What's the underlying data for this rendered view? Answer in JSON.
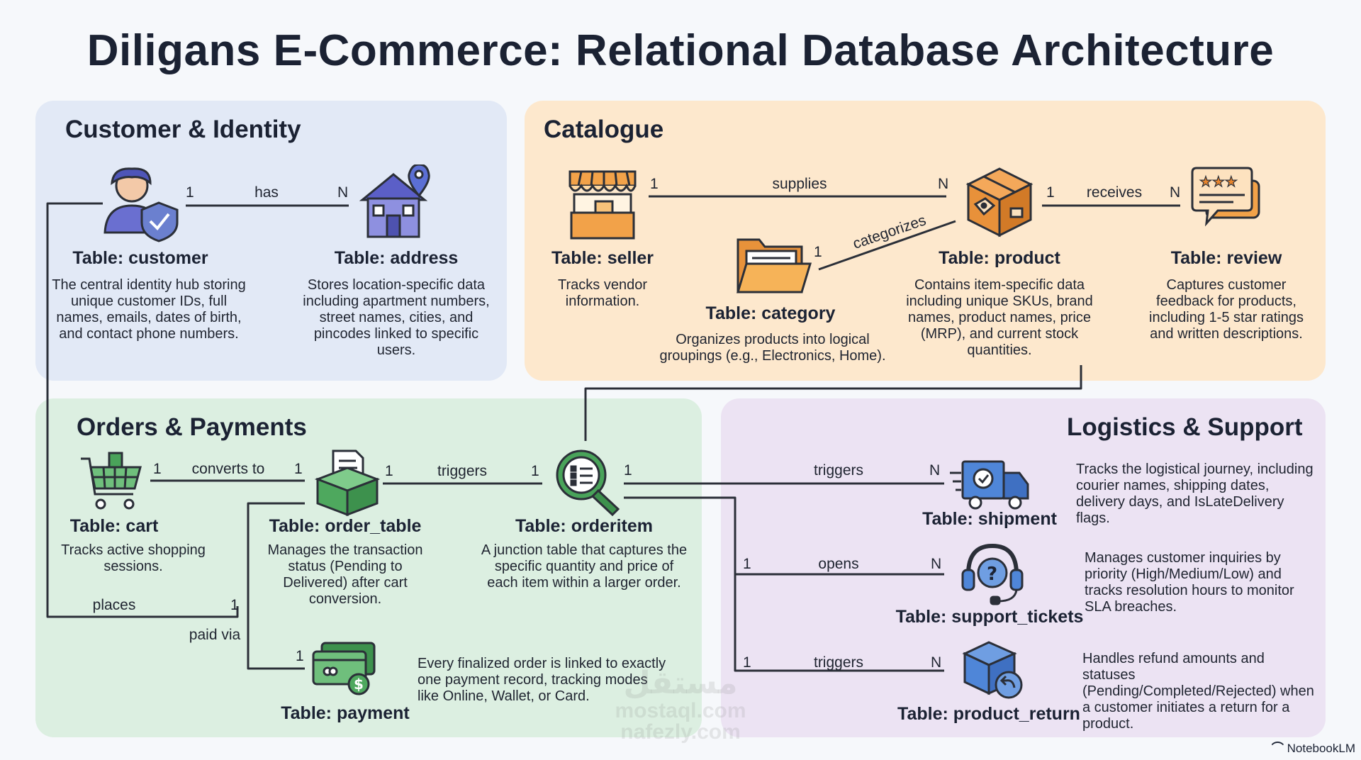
{
  "title": "Diligans E-Commerce: Relational Database Architecture",
  "sections": {
    "customer": "Customer & Identity",
    "catalogue": "Catalogue",
    "orders": "Orders & Payments",
    "logistics": "Logistics & Support"
  },
  "tables": {
    "customer": {
      "name": "Table: customer",
      "desc": "The central identity hub storing unique customer IDs, full names, emails, dates of birth, and contact phone numbers.",
      "icon": "user-shield-icon"
    },
    "address": {
      "name": "Table: address",
      "desc": "Stores location-specific data including apartment numbers, street names, cities, and pincodes linked to specific users.",
      "icon": "house-pin-icon"
    },
    "seller": {
      "name": "Table: seller",
      "desc": "Tracks vendor information.",
      "icon": "storefront-icon"
    },
    "category": {
      "name": "Table: category",
      "desc": "Organizes products into logical groupings (e.g., Electronics, Home).",
      "icon": "folder-icon"
    },
    "product": {
      "name": "Table: product",
      "desc": "Contains item-specific data including unique SKUs, brand names, product names, price (MRP), and current stock quantities.",
      "icon": "box-tag-icon"
    },
    "review": {
      "name": "Table: review",
      "desc": "Captures customer feedback for products, including 1-5 star ratings and written descriptions.",
      "icon": "star-rating-icon"
    },
    "cart": {
      "name": "Table: cart",
      "desc": "Tracks active shopping sessions.",
      "icon": "shopping-cart-icon"
    },
    "order_table": {
      "name": "Table: order_table",
      "desc": "Manages the transaction status (Pending to Delivered) after cart conversion.",
      "icon": "order-box-icon"
    },
    "orderitem": {
      "name": "Table: orderitem",
      "desc": "A junction table that captures the specific quantity and price of each item within a larger order.",
      "icon": "magnifier-list-icon"
    },
    "payment": {
      "name": "Table: payment",
      "desc": "Every finalized order is linked to exactly one payment record, tracking modes like Online, Wallet, or Card.",
      "icon": "payment-card-icon"
    },
    "shipment": {
      "name": "Table: shipment",
      "desc": "Tracks the logistical journey, including courier names, shipping dates, delivery days, and IsLateDelivery flags.",
      "icon": "truck-icon"
    },
    "support_tickets": {
      "name": "Table: support_tickets",
      "desc": "Manages customer inquiries by priority (High/Medium/Low) and tracks resolution hours to monitor SLA breaches.",
      "icon": "headset-icon"
    },
    "product_return": {
      "name": "Table: product_return",
      "desc": "Handles refund amounts and statuses (Pending/Completed/Rejected) when a customer initiates a return for a product.",
      "icon": "return-box-icon"
    }
  },
  "relations": {
    "has": {
      "label": "has",
      "from": "1",
      "to": "N"
    },
    "supplies": {
      "label": "supplies",
      "from": "1",
      "to": "N"
    },
    "categorizes": {
      "label": "categorizes",
      "from": "1"
    },
    "receives": {
      "label": "receives",
      "from": "1",
      "to": "N"
    },
    "converts": {
      "label": "converts to",
      "from": "1",
      "to": "1"
    },
    "triggers_oi": {
      "label": "triggers",
      "from": "1",
      "to": "1"
    },
    "triggers_ship": {
      "label": "triggers",
      "from": "1",
      "to": "N"
    },
    "opens": {
      "label": "opens",
      "from": "1",
      "to": "N"
    },
    "triggers_ret": {
      "label": "triggers",
      "from": "1",
      "to": "N"
    },
    "places": {
      "label": "places",
      "to": "1"
    },
    "paid": {
      "label": "paid via",
      "to": "1"
    }
  },
  "watermark": [
    "مستقل",
    "mostaql.com",
    "nafezly.com"
  ],
  "brand": "NotebookLM",
  "colors": {
    "customer_panel": "#e2e9f6",
    "catalogue_panel": "#fde8cd",
    "orders_panel": "#dcefe1",
    "logistics_panel": "#ece3f3"
  }
}
